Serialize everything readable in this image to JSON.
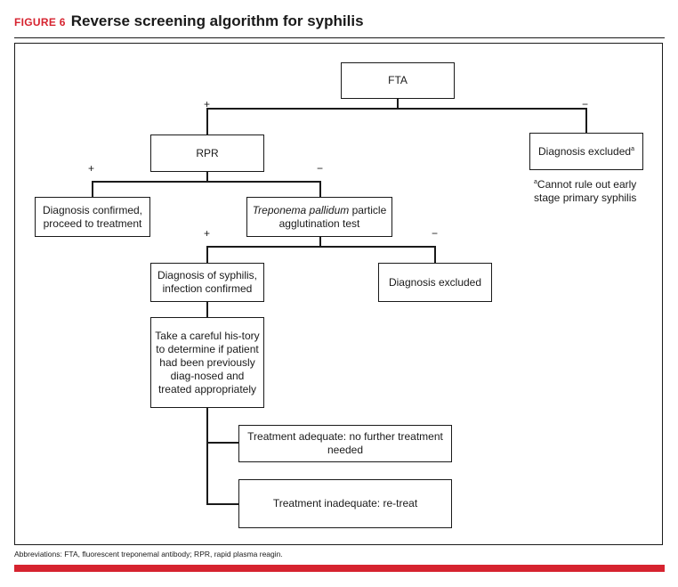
{
  "header": {
    "figure_label": "FIGURE 6",
    "title": "Reverse screening algorithm for syphilis"
  },
  "nodes": {
    "fta": "FTA",
    "rpr": "RPR",
    "dx_excluded_fta_text": "Diagnosis excluded",
    "dx_excluded_fta_mark": "a",
    "dx_confirmed": "Diagnosis confirmed, proceed to treatment",
    "tppa_italic": "Treponema pallidum",
    "tppa_rest": " particle agglutination test",
    "syphilis_confirmed": "Diagnosis of syphilis, infection confirmed",
    "dx_excluded_tppa": "Diagnosis excluded",
    "history": "Take a careful his-tory to determine if patient had been previously diag-nosed and treated appropriately",
    "treatment_adequate": "Treatment adequate: no further treatment needed",
    "treatment_inadequate": "Treatment inadequate: re-treat"
  },
  "signs": {
    "plus": "+",
    "minus": "−"
  },
  "footnote": {
    "mark": "a",
    "text": "Cannot rule out early stage primary syphilis"
  },
  "footer": "Abbreviations: FTA, fluorescent treponemal antibody; RPR, rapid plasma reagin.",
  "colors": {
    "accent": "#d6232f",
    "line": "#1a1a1a"
  }
}
